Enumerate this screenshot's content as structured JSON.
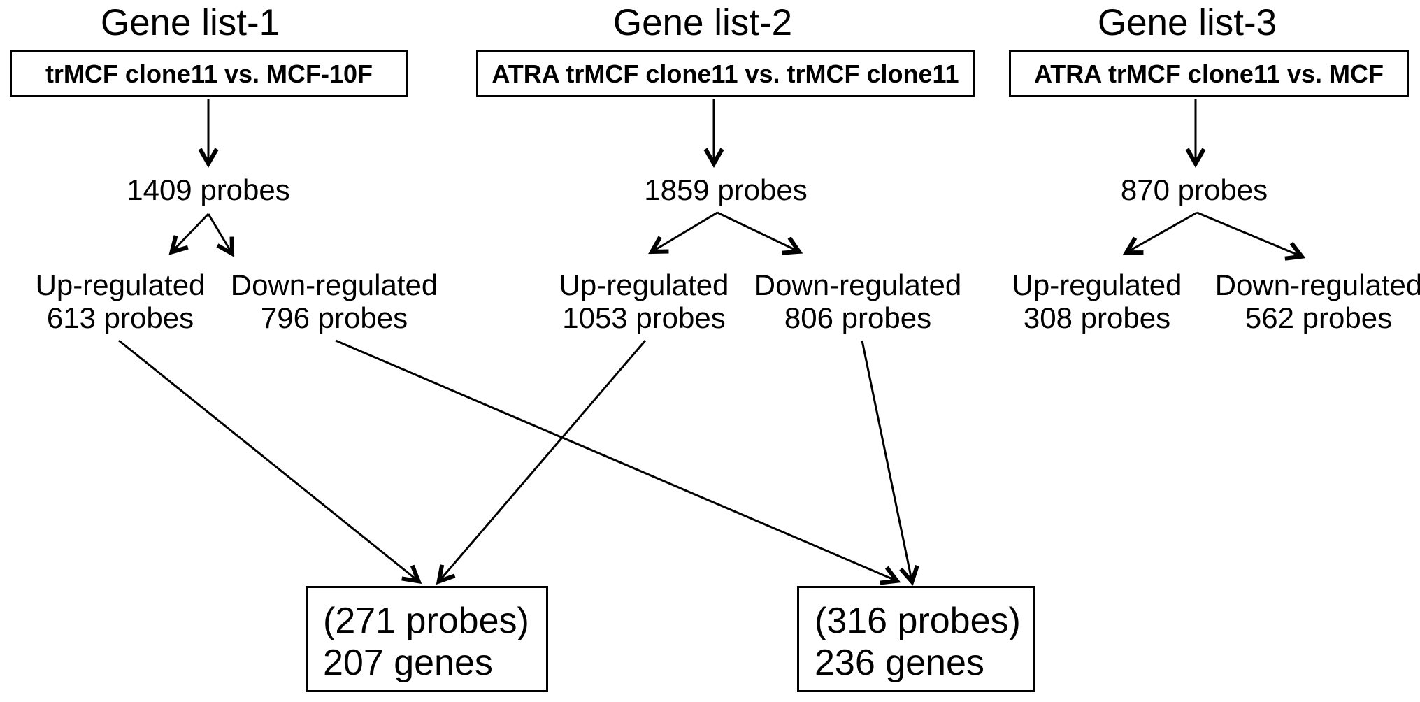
{
  "figure": {
    "gene_lists": [
      {
        "title": "Gene list-1",
        "comparison": "trMCF clone11 vs. MCF-10F",
        "total_probes": "1409 probes",
        "up_label": "Up-regulated",
        "up_count": "613 probes",
        "down_label": "Down-regulated",
        "down_count": "796 probes"
      },
      {
        "title": "Gene list-2",
        "comparison": "ATRA trMCF clone11 vs. trMCF clone11",
        "total_probes": "1859 probes",
        "up_label": "Up-regulated",
        "up_count": "1053 probes",
        "down_label": "Down-regulated",
        "down_count": "806 probes"
      },
      {
        "title": "Gene list-3",
        "comparison": "ATRA trMCF clone11 vs. MCF",
        "total_probes": "870 probes",
        "up_label": "Up-regulated",
        "up_count": "308 probes",
        "down_label": "Down-regulated",
        "down_count": "562 probes"
      }
    ],
    "overlaps": [
      {
        "probes": "(271 probes)",
        "genes": "207 genes"
      },
      {
        "probes": "(316 probes)",
        "genes": "236 genes"
      }
    ],
    "colors": {
      "ink": "#000000",
      "background": "#ffffff"
    }
  }
}
